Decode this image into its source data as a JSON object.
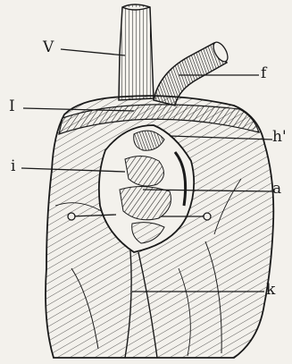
{
  "figure": {
    "labels": {
      "v": "V",
      "f": "f",
      "I": "I",
      "h": "h'",
      "i": "i",
      "a": "a",
      "k": "k"
    },
    "colors": {
      "ink": "#1a1a1a",
      "paper": "#f3f1ec"
    }
  }
}
